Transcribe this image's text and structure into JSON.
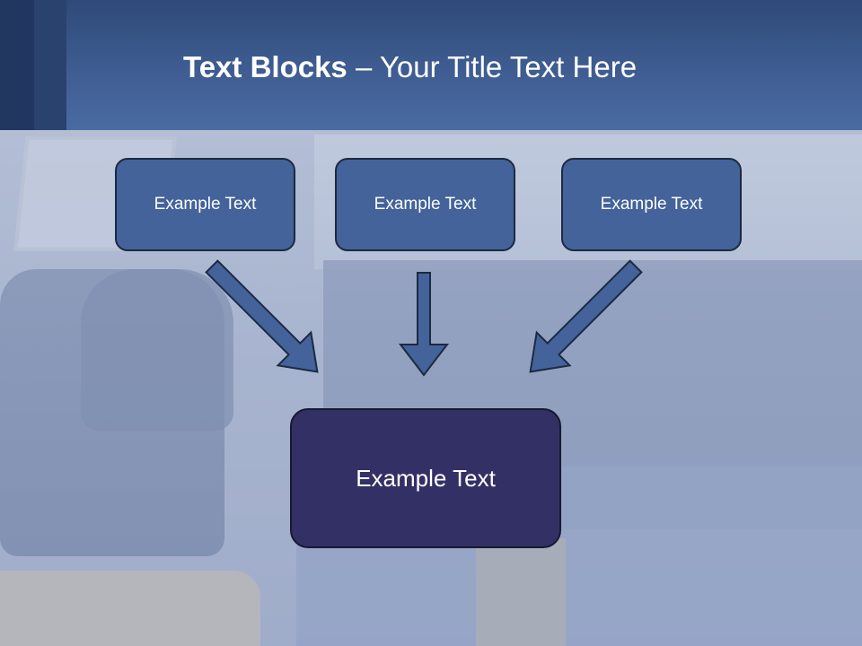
{
  "title": {
    "bold": "Text Blocks",
    "rest": " – Your Title Text Here"
  },
  "boxes": {
    "top_left": "Example Text",
    "top_center": "Example Text",
    "top_right": "Example Text",
    "bottom": "Example Text"
  },
  "colors": {
    "header": "#3f5d92",
    "box_fill": "#43639a",
    "bottom_box_fill": "#333066",
    "arrow_fill": "#43639a",
    "box_border": "#1c2a40"
  }
}
